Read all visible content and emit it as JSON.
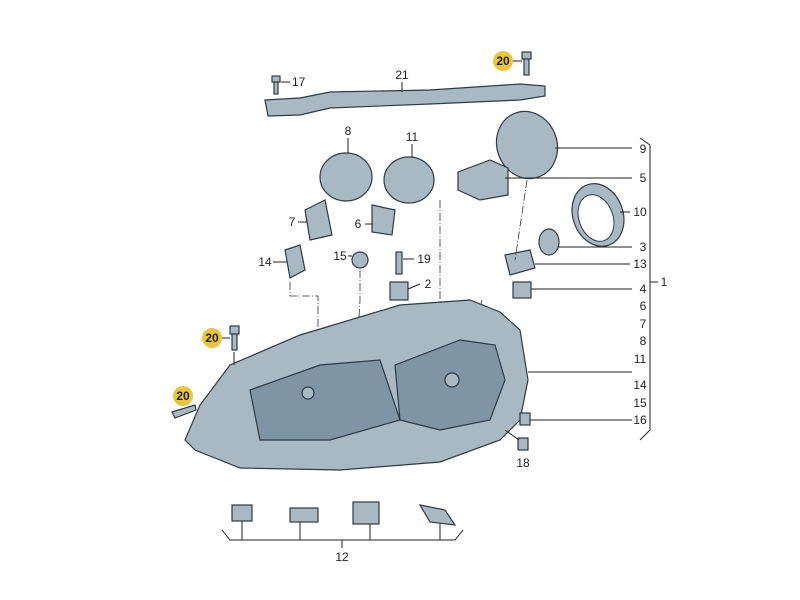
{
  "colors": {
    "part": "#a9b9c4",
    "outline": "#2e3a44",
    "highlight": "#e8c542",
    "background": "#ffffff"
  },
  "labels": {
    "p20a": "20",
    "p17": "17",
    "p21": "21",
    "p8": "8",
    "p11": "11",
    "p9": "9",
    "p5": "5",
    "p10": "10",
    "p7": "7",
    "p6": "6",
    "p3": "3",
    "p14": "14",
    "p15": "15",
    "p19": "19",
    "p13": "13",
    "p2": "2",
    "p4": "4",
    "p1": "1",
    "r6": "6",
    "r7": "7",
    "r8": "8",
    "r11": "11",
    "r14": "14",
    "r15": "15",
    "r16": "16",
    "p20b": "20",
    "p20c": "20",
    "p18": "18",
    "p12": "12"
  }
}
